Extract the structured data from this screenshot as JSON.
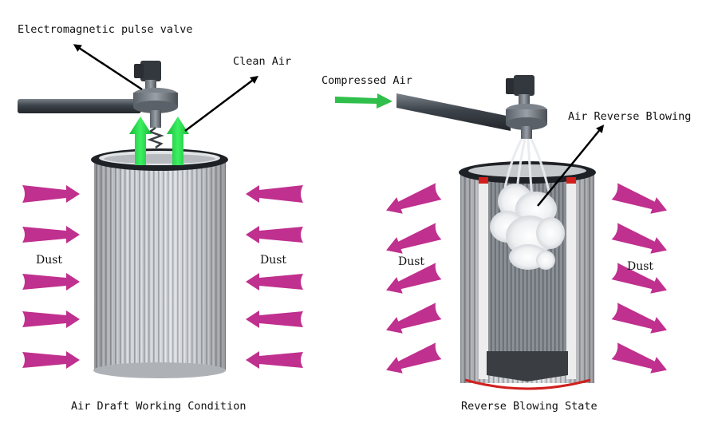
{
  "labels": {
    "pulse_valve": "Electromagnetic pulse valve",
    "clean_air": "Clean Air",
    "compressed_air": "Compressed Air",
    "air_reverse_blowing": "Air Reverse Blowing",
    "dust_left_a": "Dust",
    "dust_left_b": "Dust",
    "dust_right_a": "Dust",
    "dust_right_b": "Dust",
    "caption_left": "Air Draft Working Condition",
    "caption_right": "Reverse Blowing State"
  },
  "colors": {
    "dust_arrow": "#c0308e",
    "clean_air_arrow": "#27d04a",
    "compressed_air_arrow": "#2fbf4a",
    "filter_pleats": "#c9ccd0",
    "pipe": "#4a5058",
    "red_seal": "#d0201e"
  },
  "icons": {
    "dust_arrows_left_panel": "arrow-pointing-into-filter",
    "dust_arrows_right_panel": "arrow-pointing-away-from-filter",
    "airflow": "green-up-arrow",
    "pulse_jet": "white-air-cloud"
  }
}
